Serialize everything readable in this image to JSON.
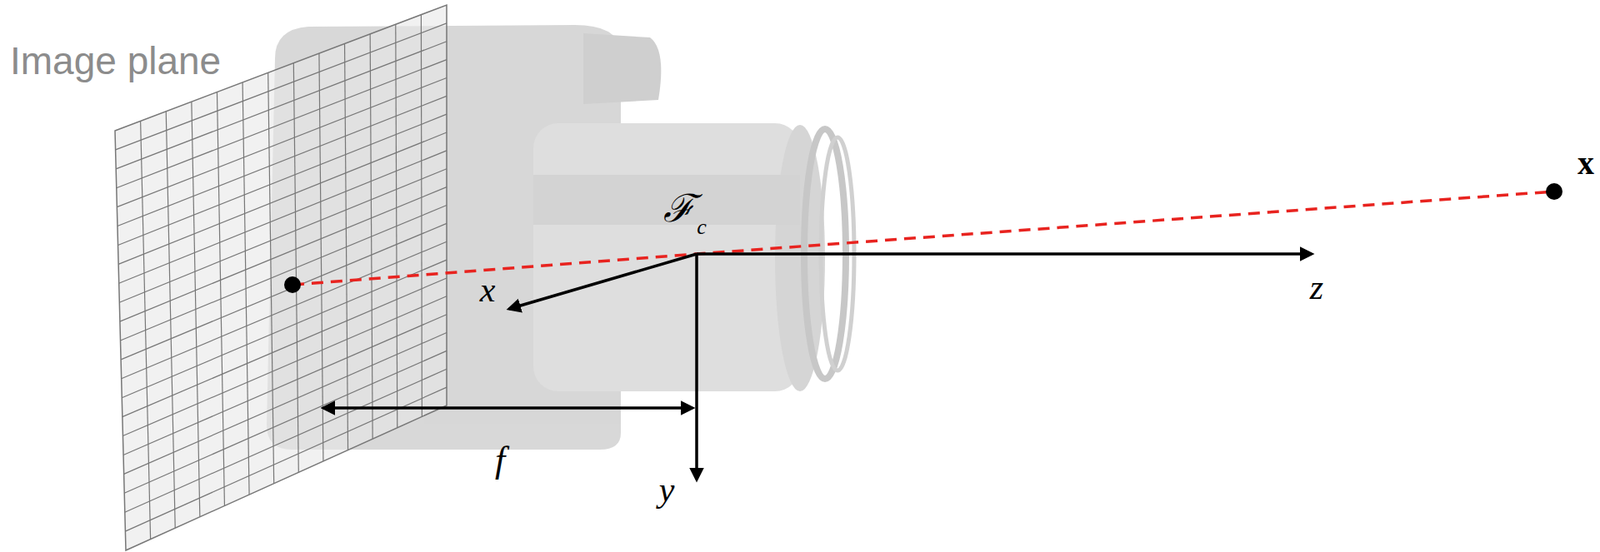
{
  "diagram": {
    "labels": [
      "Image plane",
      "ℱ",
      "c",
      "x",
      "z",
      "f",
      "y",
      "x"
    ]
  }
}
